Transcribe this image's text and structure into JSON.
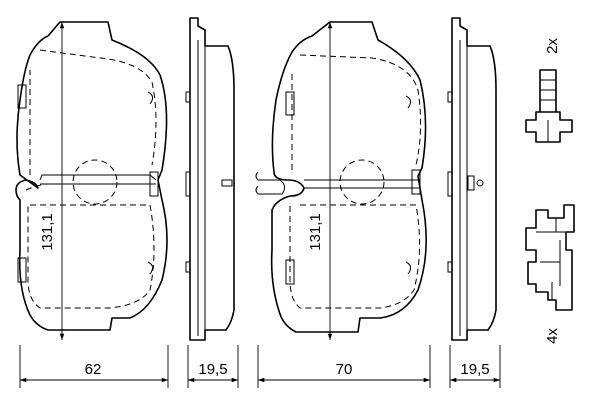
{
  "dimensions": {
    "pad1_width": "62",
    "pad1_height": "131,1",
    "pad1_thickness": "19,5",
    "pad2_width": "70",
    "pad2_height": "131,1",
    "pad2_thickness": "19,5"
  },
  "accessories": {
    "bolt_qty": "2x",
    "clip_qty": "4x"
  },
  "colors": {
    "line": "#000000",
    "background": "#ffffff"
  }
}
